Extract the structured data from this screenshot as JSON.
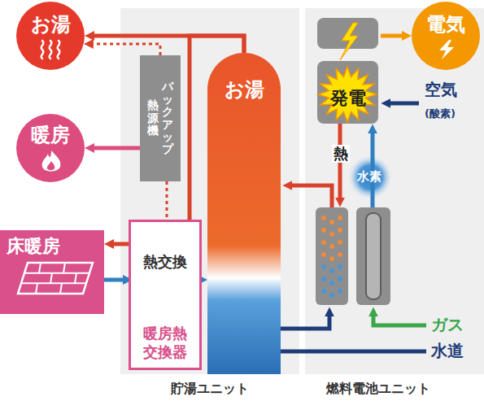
{
  "diagram": {
    "nodes": [
      {
        "text": [
          "お湯"
        ]
      },
      {
        "text": [
          "暖房"
        ]
      },
      {
        "text": [
          "床暖房"
        ]
      },
      {
        "text": [
          "貯湯ユニット"
        ]
      },
      {
        "text": [
          "バックアップ",
          "熱源機"
        ],
        "in": 3
      },
      {
        "text": [
          "お湯"
        ],
        "in": 3
      },
      {
        "text": [
          "暖房熱交換器"
        ],
        "in": 3
      },
      {
        "text": [
          "熱交換"
        ],
        "in": 6
      },
      {
        "text": [
          "燃料電池ユニット"
        ]
      },
      {
        "text": [
          "発電"
        ],
        "in": 8
      },
      {
        "text": [
          "電気"
        ]
      }
    ],
    "edges": [
      {
        "from": 5,
        "to": 0,
        "arrow": "to"
      },
      {
        "from": 4,
        "to": 0,
        "arrow": "to"
      },
      {
        "from": 4,
        "to": 1,
        "arrow": "to"
      },
      {
        "from": 4,
        "to": 7,
        "arrow": "to"
      },
      {
        "from": 5,
        "to": 7,
        "arrow": "to"
      },
      {
        "from": 7,
        "to": 2,
        "arrow": "to"
      },
      {
        "from": 2,
        "to": 7,
        "arrow": "to"
      },
      {
        "from": 7,
        "to": 5,
        "arrow": "to"
      },
      {
        "from": 9,
        "to": 10,
        "arrow": "to"
      }
    ],
    "labels": [
      "空気",
      "(酸素)",
      "熱",
      "水素",
      "ガス",
      "水道"
    ]
  }
}
